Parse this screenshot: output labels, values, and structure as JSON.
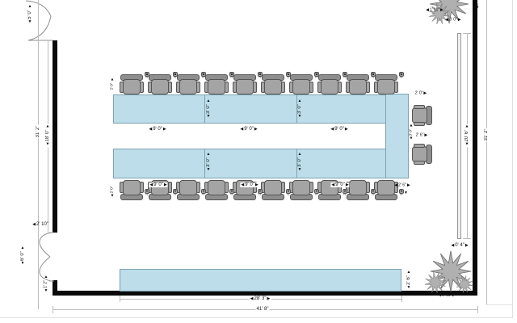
{
  "meta": {
    "drawing_type": "room floor plan"
  },
  "icons": {
    "arrow_left": "◀",
    "arrow_right": "▶",
    "arrow_up": "▲",
    "arrow_down": "▼"
  },
  "colors": {
    "table_fill": "#bcdde9",
    "table_border": "#7fa2b0",
    "chair_fill": "#a4a4a4",
    "chair_border": "#545454",
    "wall": "#0a0a0a",
    "dim_line": "#bdbdbd",
    "dim_text": "#111111",
    "plant": "#b0b0b0"
  },
  "dims": {
    "overall_height_left": "31' 2\"",
    "overall_height_right": "31' 2\"",
    "overall_width": "41' 8\"",
    "left_wall_segment": "18' 0\"",
    "top_door_width": "5' 0\"",
    "bottom_door_width": "6' 0\"",
    "wall_offset": "2' 10\"",
    "corner_offset": "1' 2\"",
    "buffet_length": "28' 3\"",
    "buffet_depth": "2' 6\"",
    "rail_length": "20' 6\"",
    "rail_width": "0' 4\"",
    "plant_top_clearance": "1' 11\"",
    "plant_top_gap": "3' 0\"",
    "plant_bottom_clearance": "1' 11\"",
    "table_segment": "9' 0\"",
    "table_depth": "3' 0\"",
    "chair_width": "2' 0\"",
    "chair_gap": "2' 6\"",
    "head_gap": "3' 0\"",
    "wall_fragment": "2'"
  }
}
